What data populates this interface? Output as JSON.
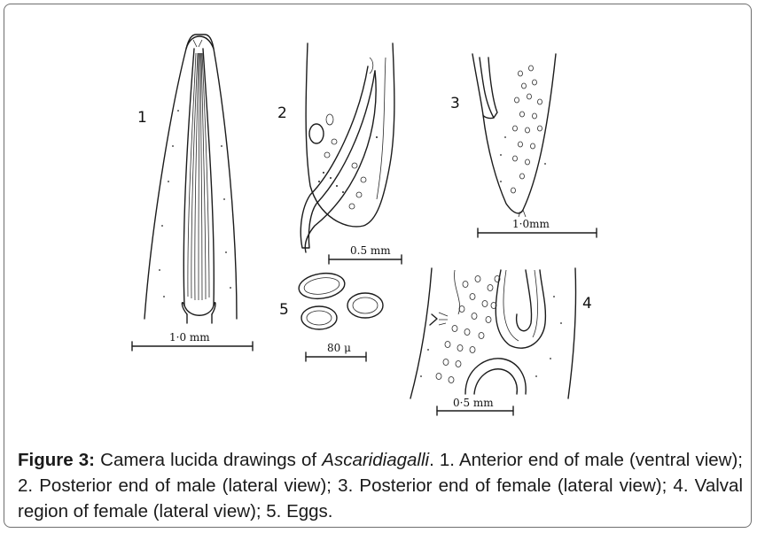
{
  "figure": {
    "panel_labels": [
      "1",
      "2",
      "3",
      "4",
      "5"
    ],
    "scale_bars": {
      "p1": "1·0 mm",
      "p2": "0.5 mm",
      "p3": "1·0mm",
      "p4": "0·5 mm",
      "p5": "80 μ"
    }
  },
  "caption": {
    "label": "Figure 3:",
    "text_before_species": "Camera lucida drawings of",
    "species": "Ascaridiagalli",
    "text_after_species": ". 1. Anterior end of male (ventral view); 2. Posterior end of male (lateral view); 3. Posterior end of female (lateral view); 4. Valval region of female (lateral view); 5. Eggs."
  }
}
